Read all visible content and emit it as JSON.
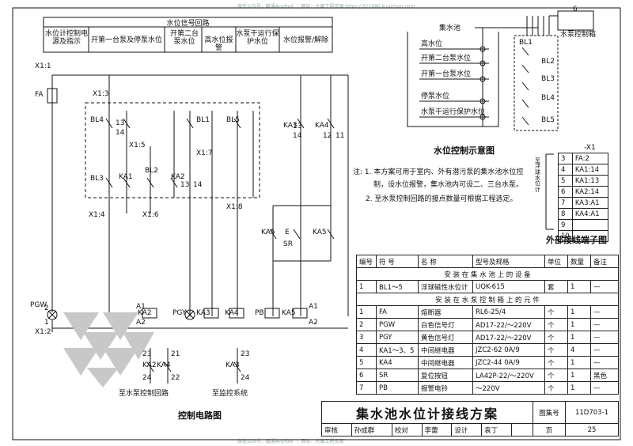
{
  "watermark_top": "微信公众号：暖通Anyfool ｜ 网站：大暖工程资源 https://321686.kuaizhan.com",
  "watermark_bottom": "微信公众号：暖通Anyfool ｜ 网站：大暖工程资源",
  "signal_header": {
    "title": "水位信号回路",
    "columns": [
      "水位计控制电源及指示",
      "开第一台泵及停泵水位",
      "开第二台泵水位",
      "高水位报警",
      "水泵干运行保护水位",
      "水位报警/解除"
    ]
  },
  "circuit_labels": {
    "x1_1": "X1:1",
    "fa": "FA",
    "x1_3": "X1:3",
    "x1_5": "X1:5",
    "x1_7": "X1:7",
    "x1_4": "X1:4",
    "x1_6": "X1:6",
    "x1_8": "X1:8",
    "x1_2": "X1:2",
    "bl4": "BL4",
    "bl1": "BL1",
    "bl5": "BL5",
    "bl3": "BL3",
    "bl2": "BL2",
    "ka1": "KA1",
    "ka2": "KA2",
    "ka3": "KA3",
    "ka4": "KA4",
    "ka5": "KA5",
    "sr": "SR",
    "pgw": "PGW",
    "pgy": "PGY",
    "pb": "PB",
    "e": "E",
    "n13": "13",
    "n14": "14",
    "n12": "12",
    "n11": "11",
    "na1": "A1",
    "na2": "A2",
    "n23": "23",
    "n24": "24",
    "n21": "21",
    "n22": "22",
    "n2": "2",
    "n1": "1"
  },
  "bottom_captions": {
    "pump_ctrl": "至水泵控制回路",
    "monitor": "至监控系统",
    "circuit_title": "控制电路图"
  },
  "tank": {
    "title": "集水池",
    "levels": [
      "高水位",
      "开第二台泵水位",
      "开第一台泵水位",
      "停泵水位",
      "水泵干运行保护水位"
    ],
    "caption": "水位控制示意图"
  },
  "float_box": {
    "labels": [
      "BL1",
      "BL2",
      "BL3",
      "BL4",
      "BL5"
    ],
    "box_number": "6",
    "box_label": "水泵控制箱"
  },
  "terminal": {
    "header": "-X1",
    "rows": [
      {
        "n": "3",
        "v": "FA:2"
      },
      {
        "n": "4",
        "v": "KA1:14"
      },
      {
        "n": "5",
        "v": "KA1:13"
      },
      {
        "n": "6",
        "v": "KA2:14"
      },
      {
        "n": "7",
        "v": "KA3:A1"
      },
      {
        "n": "8",
        "v": "KA4:A1"
      },
      {
        "n": "9",
        "v": ""
      },
      {
        "n": "10",
        "v": ""
      }
    ],
    "side_label": "至浮球水位计",
    "caption": "外部接线端子图"
  },
  "notes": {
    "line1": "注: 1. 本方案可用于室内、外有潜污泵的集水池水位控",
    "line2": "制，设水位报警，集水池内可设二、三台水泵。",
    "line3": "2. 至水泵控制回路的接点数量可根据工程选定。"
  },
  "parts_table": {
    "headers": [
      "编号",
      "符  号",
      "名  称",
      "型号及规格",
      "单位",
      "数量",
      "备注"
    ],
    "section1": "安 装 在 集 水 池 上 的 设 备",
    "section2": "安 装 在 水 泵 控 制 箱 上 的 元 件",
    "rows1": [
      [
        "1",
        "BL1～5",
        "浮球磁性水位计",
        "UQK-615",
        "套",
        "1",
        "—"
      ]
    ],
    "rows2": [
      [
        "1",
        "FA",
        "熔断器",
        "RL6-25/4",
        "个",
        "1",
        "—"
      ],
      [
        "2",
        "PGW",
        "白色信号灯",
        "AD17-22/～220V",
        "个",
        "1",
        "—"
      ],
      [
        "3",
        "PGY",
        "黄色信号灯",
        "AD17-22/～220V",
        "个",
        "1",
        "—"
      ],
      [
        "4",
        "KA1～3、5",
        "中间继电器",
        "JZC2-62 0A/9",
        "个",
        "4",
        "—"
      ],
      [
        "5",
        "KA4",
        "中间继电器",
        "JZC2-44 0A/9",
        "个",
        "1",
        "—"
      ],
      [
        "6",
        "SR",
        "复位按钮",
        "LA42P-22/～220V",
        "个",
        "1",
        "黑色"
      ],
      [
        "7",
        "PB",
        "报警电铃",
        "～220V",
        "个",
        "1",
        "—"
      ]
    ]
  },
  "title_block": {
    "title": "集水池水位计接线方案",
    "atlas_label": "图集号",
    "atlas_no": "11D703-1",
    "review": "审核",
    "review_name": "孙成群",
    "check": "校对",
    "check_name": "李蕾",
    "design": "设计",
    "design_name": "袁丁",
    "page_label": "页",
    "page_no": "25"
  }
}
